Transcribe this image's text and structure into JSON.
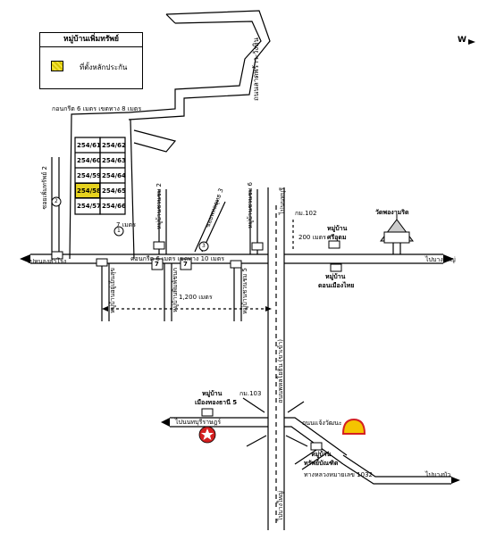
{
  "legend": {
    "title": "หมู่บ้านเพิ่มทรัพย์",
    "item_label": "ที่ตั้งหลักประกัน",
    "highlight_color": "#e6d21f"
  },
  "compass": {
    "label": "W"
  },
  "plots": [
    "254/61",
    "254/62",
    "254/60",
    "254/63",
    "254/59",
    "254/64",
    "254/58",
    "254/65",
    "254/57",
    "254/66"
  ],
  "labels": {
    "road_top": "ถนนลาดพร้าว-วังหิน",
    "lane_width": "กอนกรีต 6 เมตร เขตทาง 8 เมตร",
    "soi_left": "ซอยเพิ่มทรัพย์ 2",
    "soi_width_left": "7 เมตร",
    "soi_chaloem2": "หมู่บ้านชวนชม 2",
    "soi_chaloem3": "ซอยพหลยุทธ 3",
    "soi_chaloem6": "หมู่บ้านชวนชม 6",
    "road_main_width": "คอนกรีต 6 เมตร เขตทาง 10 เมตร",
    "road_left_end": "ไปหนองสำโรง",
    "road_right_end": "ไปบางใหญ่",
    "distance_1200": "1,200 เมตร",
    "distance_200": "200 เมตร",
    "km_102": "กม.102",
    "km_103": "กม.103",
    "village_sriyudh_1": "หมู่บ้าน",
    "village_sriyudh_2": "ศรีอุดม",
    "temple": "วัดพองามริด",
    "village_mid_1": "หมู่บ้าน",
    "village_mid_2": "ดอนเมืองไทย",
    "village_left_vertical": "หมู่บ้านอยู่เย็นสุข",
    "village_mid_vertical": "หมู่บ้านพิมพ์ชนก",
    "village_5_vertical": "หมู่บ้านชวนชม 5",
    "highway_name": "ถนนพหลโยธิน (ขาเข้า)",
    "bridge_road": "ถนนแจ้งวัฒนะ",
    "village_bottom_left_1": "หมู่บ้าน",
    "village_bottom_left_2": "เมืองทองธานี 5",
    "village_bottom_right_1": "หมู่บ้าน",
    "village_bottom_right_2": "ทรัพย์บัณฑิต",
    "road_bottom_left": "ไปนนทบุรีราษฎร์",
    "road_bottom_right_name": "ทางหลวงหมายเลข 1032",
    "road_bottom_right_dir": "ไปบางบัว",
    "highway_south": "ไปบางใหญ่",
    "highway_north": "ไปนนทบุรี",
    "circle_1": "1",
    "circle_2": "2",
    "circle_3": "3",
    "seven_eleven": "7"
  }
}
